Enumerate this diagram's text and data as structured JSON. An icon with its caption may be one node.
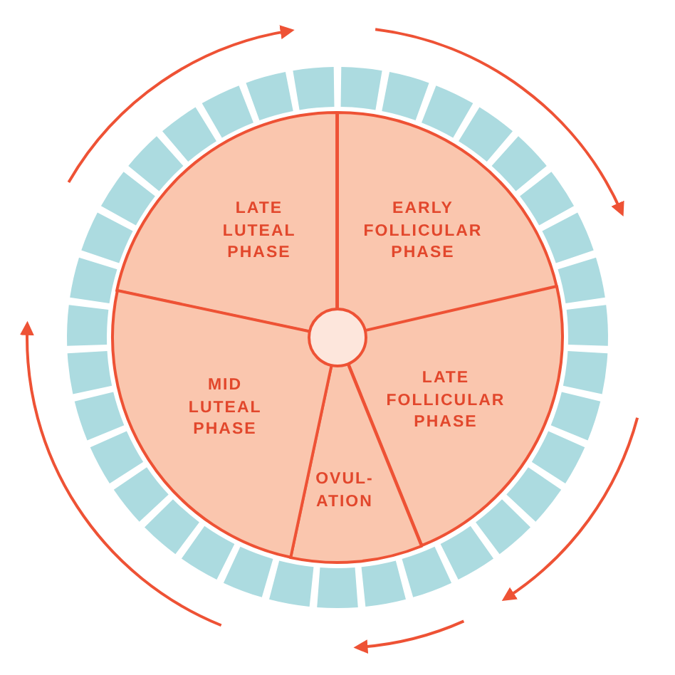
{
  "diagram": {
    "nodes": [
      {
        "text": [
          "LATE LUTEAL PHASE"
        ]
      },
      {
        "text": [
          "EARLY FOLLICULAR PHASE"
        ]
      },
      {
        "text": [
          "LATE FOLLICULAR PHASE"
        ]
      },
      {
        "text": [
          "OVUL-ATION"
        ]
      },
      {
        "text": [
          "MID LUTEAL PHASE"
        ]
      },
      {
        "text": [],
        "shape": "circle"
      }
    ]
  }
}
